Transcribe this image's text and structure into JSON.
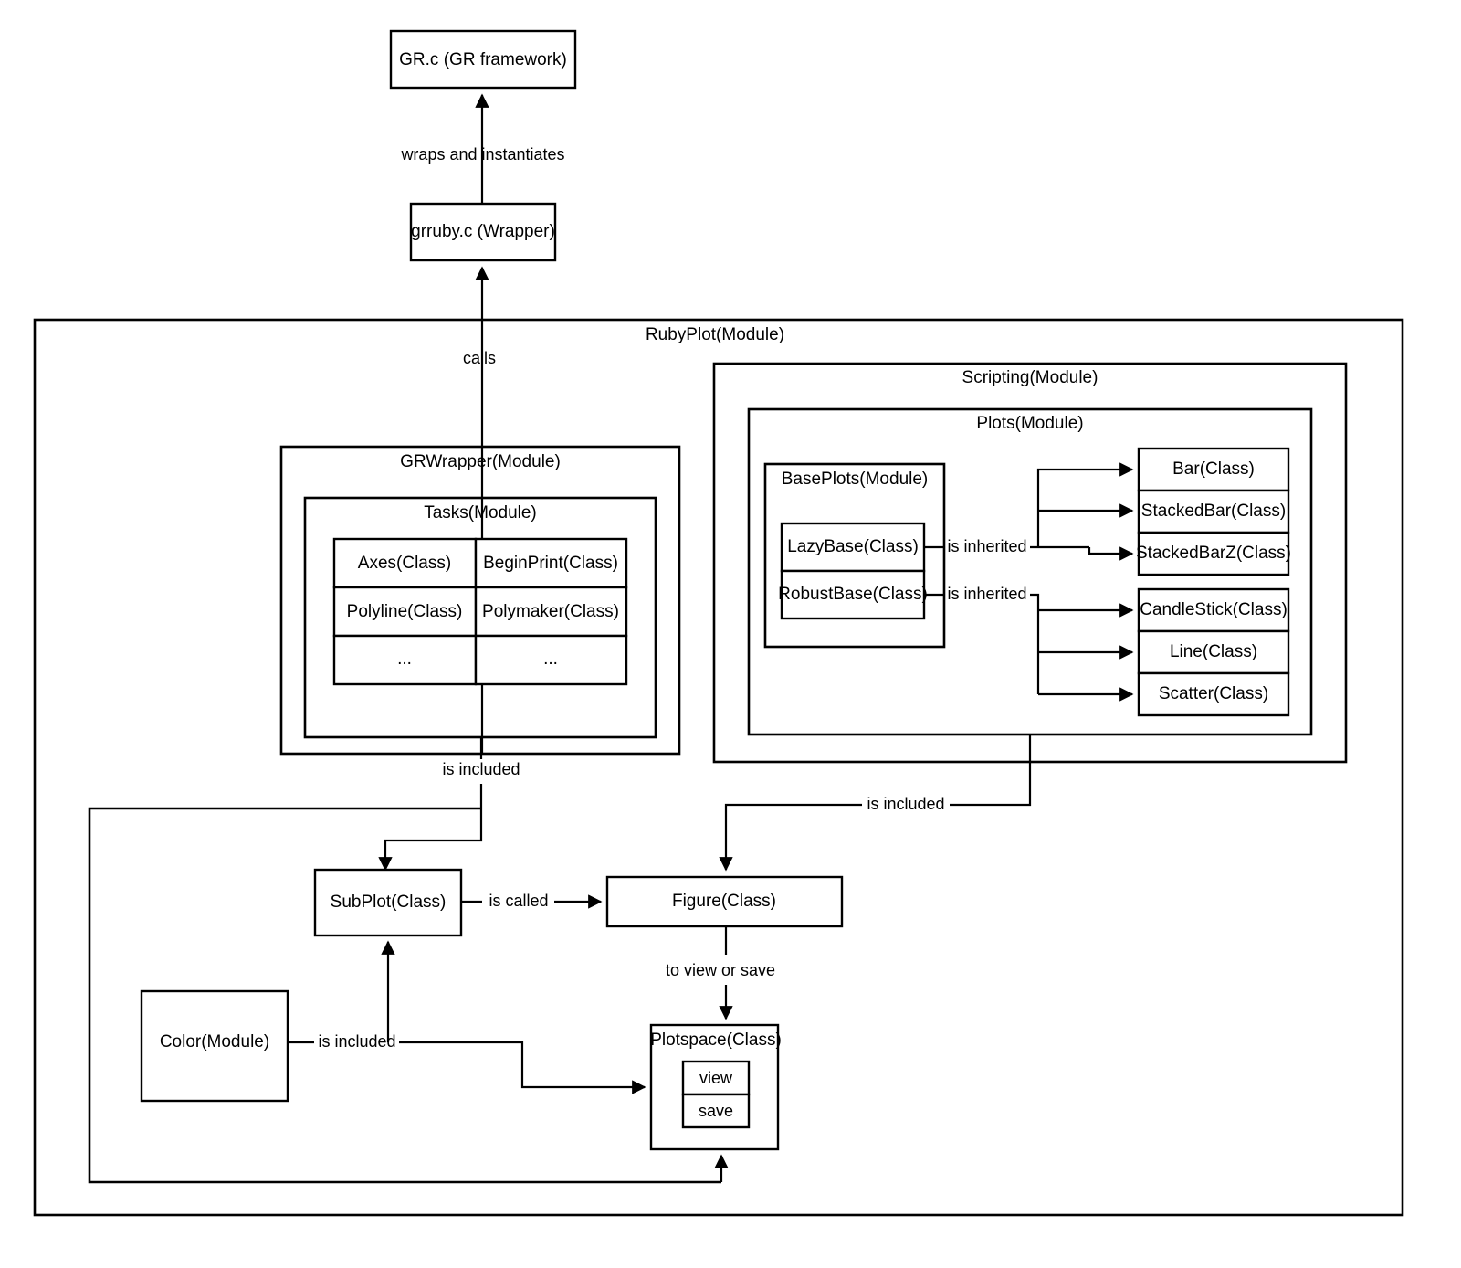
{
  "diagram": {
    "title": "RubyPlot architecture diagram",
    "type": "architecture-flowchart",
    "background_color": "#ffffff",
    "line_color": "#000000",
    "text_color": "#000000"
  },
  "nodes": {
    "gr_c": "GR.c (GR framework)",
    "grruby_c": "grruby.c (Wrapper)",
    "rubyplot_module": "RubyPlot(Module)",
    "grwrapper_module": "GRWrapper(Module)",
    "tasks_module": "Tasks(Module)",
    "task_axes": "Axes(Class)",
    "task_beginprint": "BeginPrint(Class)",
    "task_polyline": "Polyline(Class)",
    "task_polymaker": "Polymaker(Class)",
    "task_more_left": "...",
    "task_more_right": "...",
    "scripting_module": "Scripting(Module)",
    "plots_module": "Plots(Module)",
    "baseplots_module": "BasePlots(Module)",
    "lazybase": "LazyBase(Class)",
    "robustbase": "RobustBase(Class)",
    "bar": "Bar(Class)",
    "stackedbar": "StackedBar(Class)",
    "stackedbarz": "StackedBarZ(Class)",
    "candlestick": "CandleStick(Class)",
    "line": "Line(Class)",
    "scatter": "Scatter(Class)",
    "subplot": "SubPlot(Class)",
    "figure": "Figure(Class)",
    "color_module": "Color(Module)",
    "plotspace": "Plotspace(Class)",
    "plotspace_view": "view",
    "plotspace_save": "save"
  },
  "edges": {
    "wraps_and_instantiates": "wraps and instantiates",
    "calls": "calls",
    "is_inherited_lazy": "is inherited",
    "is_inherited_robust": "is inherited",
    "is_included_tasks": "is included",
    "is_included_plots": "is included",
    "is_called": "is called",
    "to_view_or_save": "to view or save",
    "is_included_color": "is included"
  }
}
